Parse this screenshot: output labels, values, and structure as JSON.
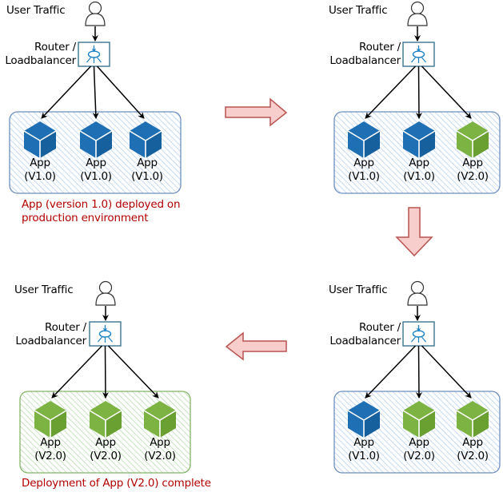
{
  "colors": {
    "v1_cube": "#1f6fb5",
    "v2_cube": "#7cb342",
    "blue_container_stroke": "#6c8ebf",
    "blue_container_hatch": "#dae8fc",
    "green_container_stroke": "#82b366",
    "green_container_hatch": "#d5e8d4",
    "flow_arrow_fill": "#f8cecc",
    "flow_arrow_stroke": "#b85450",
    "caption_text": "#b20000",
    "router_stroke": "#2d6a8a",
    "router_icon": "#1a7fc1"
  },
  "panels": [
    {
      "id": "stage1",
      "user_label": "User Traffic",
      "router_label_line1": "Router /",
      "router_label_line2": "Loadbalancer",
      "container_style": "blue",
      "apps": [
        {
          "name": "App",
          "version": "(V1.0)",
          "color": "v1"
        },
        {
          "name": "App",
          "version": "(V1.0)",
          "color": "v1"
        },
        {
          "name": "App",
          "version": "(V1.0)",
          "color": "v1"
        }
      ],
      "caption_line1": "App (version 1.0) deployed on",
      "caption_line2": "production environment"
    },
    {
      "id": "stage2",
      "user_label": "User Traffic",
      "router_label_line1": "Router /",
      "router_label_line2": "Loadbalancer",
      "container_style": "blue",
      "apps": [
        {
          "name": "App",
          "version": "(V1.0)",
          "color": "v1"
        },
        {
          "name": "App",
          "version": "(V1.0)",
          "color": "v1"
        },
        {
          "name": "App",
          "version": "(V2.0)",
          "color": "v2"
        }
      ]
    },
    {
      "id": "stage3",
      "user_label": "User Traffic",
      "router_label_line1": "Router /",
      "router_label_line2": "Loadbalancer",
      "container_style": "blue",
      "apps": [
        {
          "name": "App",
          "version": "(V1.0)",
          "color": "v1"
        },
        {
          "name": "App",
          "version": "(V2.0)",
          "color": "v2"
        },
        {
          "name": "App",
          "version": "(V2.0)",
          "color": "v2"
        }
      ]
    },
    {
      "id": "stage4",
      "user_label": "User Traffic",
      "router_label_line1": "Router /",
      "router_label_line2": "Loadbalancer",
      "container_style": "green",
      "apps": [
        {
          "name": "App",
          "version": "(V2.0)",
          "color": "v2"
        },
        {
          "name": "App",
          "version": "(V2.0)",
          "color": "v2"
        },
        {
          "name": "App",
          "version": "(V2.0)",
          "color": "v2"
        }
      ],
      "caption_line1": "Deployment of App (V2.0) complete"
    }
  ],
  "flow_arrows": [
    {
      "from": "stage1",
      "to": "stage2",
      "direction": "right"
    },
    {
      "from": "stage2",
      "to": "stage3",
      "direction": "down"
    },
    {
      "from": "stage3",
      "to": "stage4",
      "direction": "left"
    }
  ]
}
